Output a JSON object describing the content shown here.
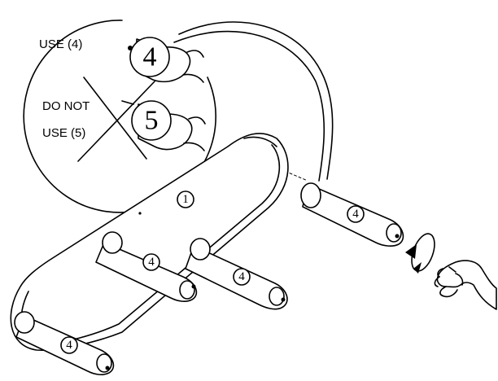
{
  "callout": {
    "use_label": "USE (4)",
    "do_not_label_line1": "DO NOT",
    "do_not_label_line2": "USE (5)",
    "correct_part": "4",
    "wrong_part": "5"
  },
  "parts": {
    "board": "1",
    "post": "4"
  }
}
